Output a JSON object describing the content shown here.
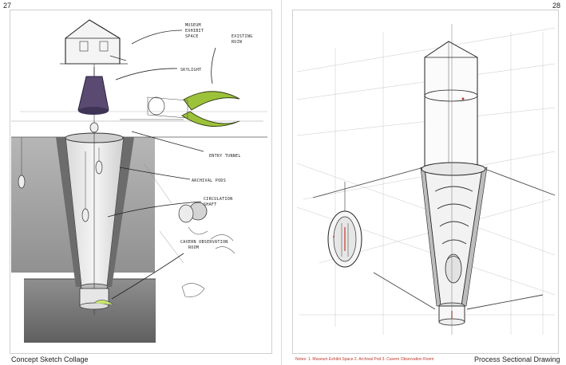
{
  "left_page": {
    "number": "27",
    "caption": "Concept Sketch Collage",
    "sketch_labels": {
      "museum": [
        "MUSEUM",
        "EXHIBIT",
        "SPACE"
      ],
      "existing_ruin": [
        "EXISTING",
        "RUIN"
      ],
      "skylight": "SKYLIGHT",
      "entry_tunnel": "ENTRY TUNNEL",
      "archival_pods": "ARCHIVAL PODS",
      "circulation_shaft": [
        "CIRCULATION",
        "SHAFT"
      ],
      "cavern_observation_room": [
        "CAVERN OBSERVATION",
        "ROOM"
      ]
    }
  },
  "right_page": {
    "number": "28",
    "caption": "Process Sectional Drawing",
    "notes": "Notes: 1. Museum Exhibit Space 2. Archival Pod 3. Cavern Observation Room"
  },
  "colors": {
    "ink": "#2a2a2a",
    "purple_skylight": "#5a4a72",
    "green_ruin": "#9cc23a",
    "note_red": "#c0392b",
    "ground_gray": "#8a8a8a"
  }
}
